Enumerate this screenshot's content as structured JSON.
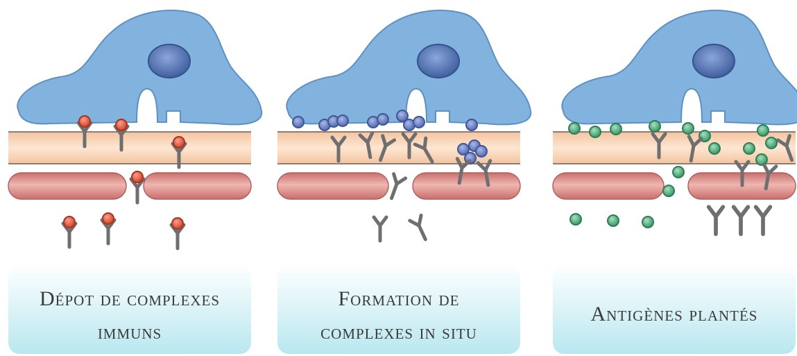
{
  "panels": [
    {
      "caption_lines": [
        "Dépot de complexes",
        "immuns"
      ]
    },
    {
      "caption_lines": [
        "Formation de",
        "complexes in situ"
      ]
    },
    {
      "caption_lines": [
        "Antigènes plantés"
      ]
    }
  ],
  "colors": {
    "cell_body": "#7fb1de",
    "cell_edge": "#5a8fc2",
    "nucleus": "#4f6fb0",
    "membrane": "#f7c9a0",
    "vessel": "#d98a86",
    "antibody": "#6b6b6b",
    "immune_complex_antigen": "#e0634a",
    "in_situ_antigen": "#6d86c8",
    "planted_antigen": "#5fb88a",
    "caption_bg": "#cdeff4"
  },
  "icons": {
    "antibody": "antibody-y-icon",
    "antigen": "antigen-sphere-icon"
  }
}
